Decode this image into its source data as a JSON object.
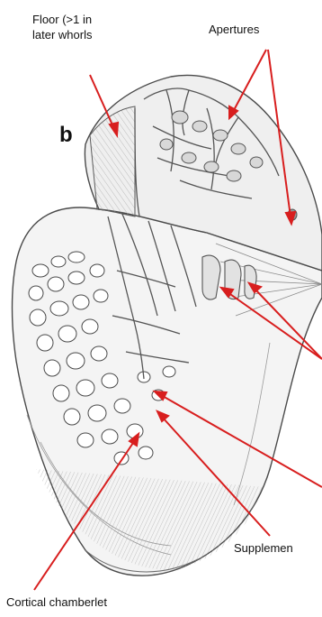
{
  "panel_letter": "b",
  "labels": {
    "floor": "Floor (>1 in\nlater whorls",
    "apertures": "Apertures",
    "supplemental": "Supplemen",
    "cortical": "Cortical chamberlet"
  },
  "colors": {
    "arrow": "#d81e1e",
    "line_art": "#4a4a4a",
    "shading": "#8c8c8c",
    "background": "#ffffff"
  }
}
